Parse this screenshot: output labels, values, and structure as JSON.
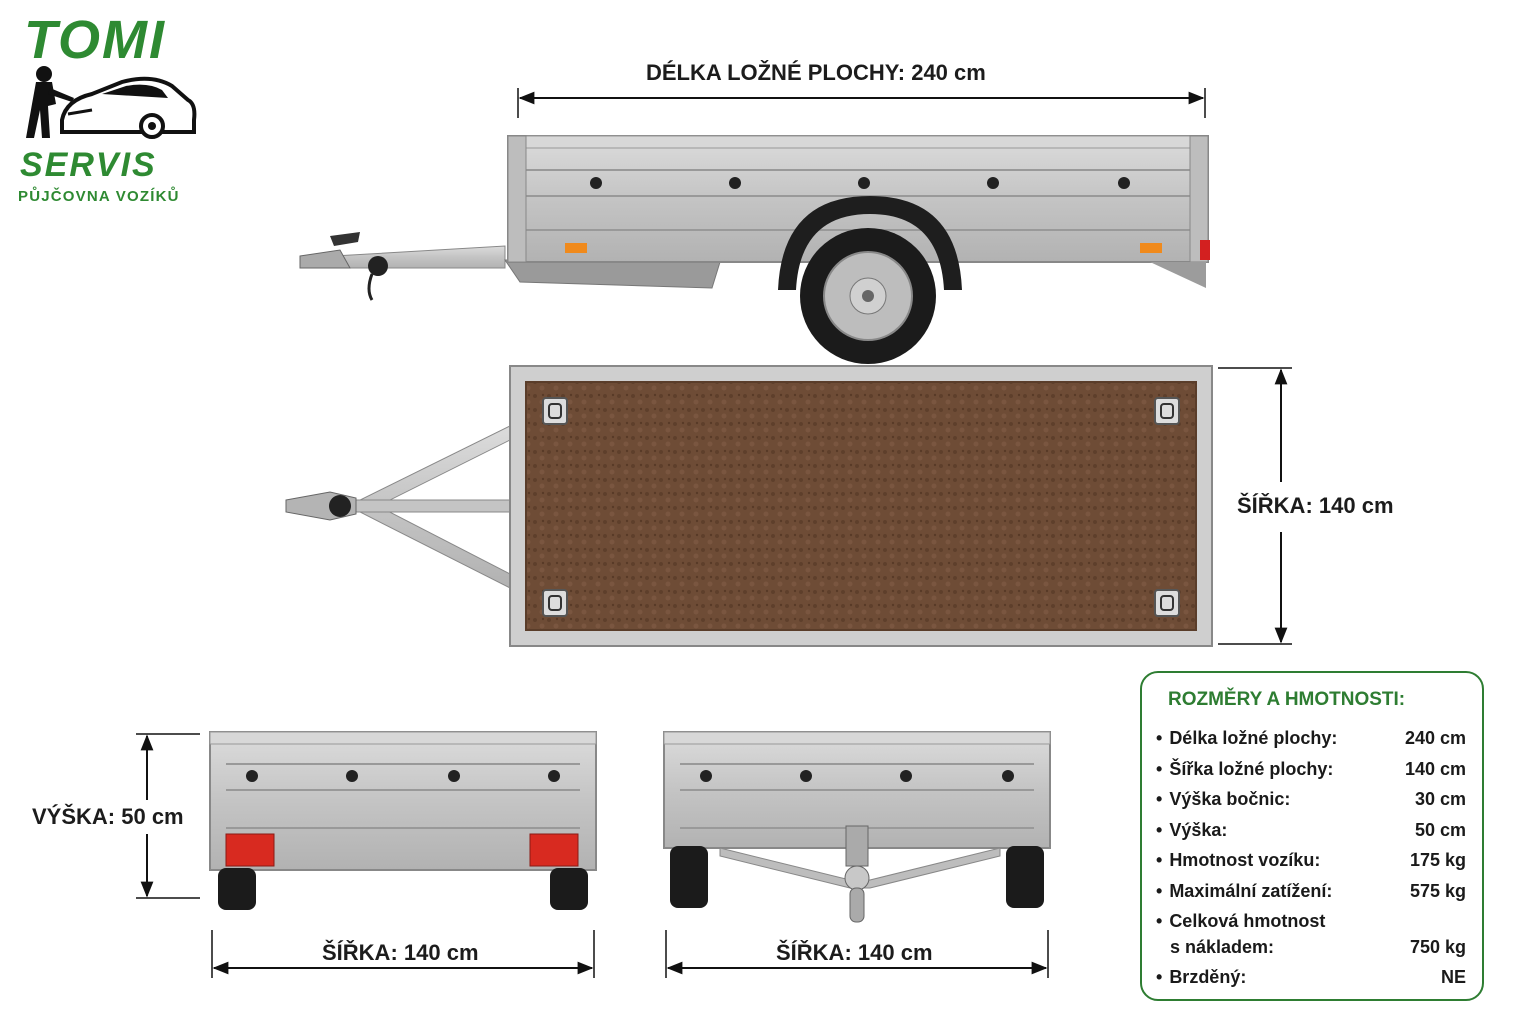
{
  "logo": {
    "name": "TOMI",
    "servis": "SERVIS",
    "tagline": "PŮJČOVNA VOZÍKŮ"
  },
  "dimensions": {
    "length_label": "DÉLKA LOŽNÉ PLOCHY: 240 cm",
    "width_label_top": "ŠÍŘKA: 140 cm",
    "height_label": "VÝŠKA: 50 cm",
    "width_label_rear": "ŠÍŘKA: 140 cm",
    "width_label_front": "ŠÍŘKA: 140 cm"
  },
  "specs": {
    "title": "ROZMĚRY A HMOTNOSTI:",
    "rows": [
      {
        "label": "Délka ložné plochy:",
        "value": "240 cm"
      },
      {
        "label": "Šířka ložné plochy:",
        "value": "140 cm"
      },
      {
        "label": "Výška bočnic:",
        "value": "30 cm"
      },
      {
        "label": "Výška:",
        "value": "50 cm"
      },
      {
        "label": "Hmotnost vozíku:",
        "value": "175 kg"
      },
      {
        "label": "Maximální zatížení:",
        "value": "575 kg"
      },
      {
        "label": "Celková hmotnost",
        "label2": "s nákladem:",
        "value": "750 kg"
      },
      {
        "label": "Brzděný:",
        "value": "NE"
      }
    ]
  },
  "colors": {
    "brand_green": "#2e8a32",
    "galvanized": "#c9c9c9",
    "floor": "#6b4a34"
  }
}
